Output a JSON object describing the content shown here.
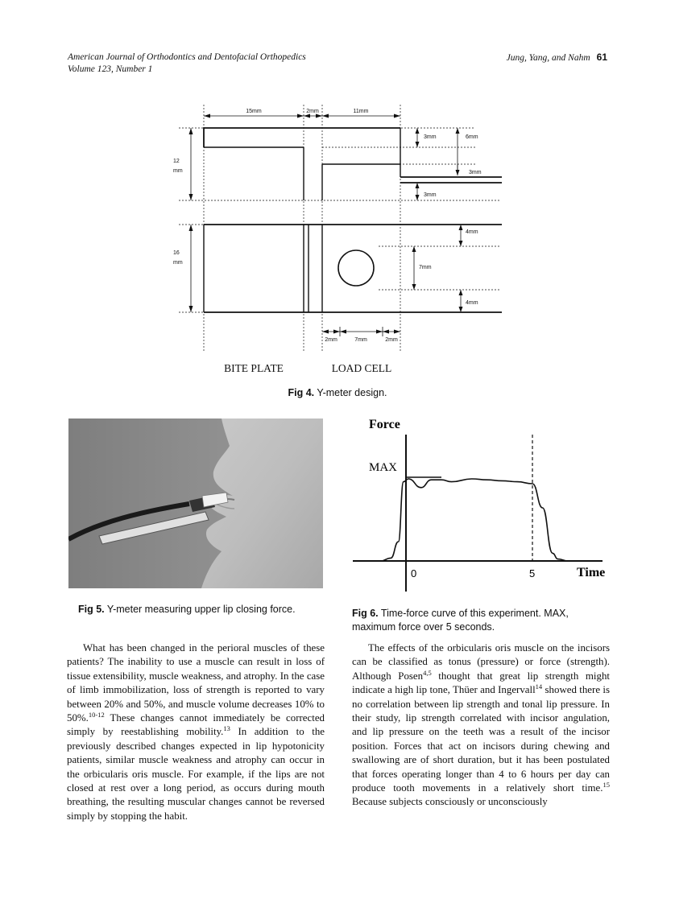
{
  "header": {
    "journal": "American Journal of Orthodontics and Dentofacial Orthopedics",
    "volume": "Volume 123, Number 1",
    "authors": "Jung, Yang, and Nahm",
    "page": "61"
  },
  "fig4": {
    "dims_top": [
      "15mm",
      "2mm",
      "11mm"
    ],
    "dims_right_upper": [
      "3mm",
      "6mm",
      "3mm",
      "3mm"
    ],
    "dims_left": [
      "12",
      "mm",
      "16",
      "mm"
    ],
    "dims_right_lower": [
      "4mm",
      "7mm",
      "4mm"
    ],
    "dims_bottom": [
      "2mm",
      "7mm",
      "2mm"
    ],
    "label_bite_plate": "BITE PLATE",
    "label_load_cell": "LOAD CELL",
    "caption_label": "Fig 4.",
    "caption_text": " Y-meter design."
  },
  "fig5": {
    "caption_label": "Fig 5.",
    "caption_text": " Y-meter measuring upper lip closing force."
  },
  "fig6": {
    "y_label": "Force",
    "max_label": "MAX",
    "x_tick_0": "0",
    "x_tick_5": "5",
    "x_label": "Time",
    "caption_label": "Fig 6.",
    "caption_text": " Time-force curve of this experiment. MAX, maximum force over 5 seconds."
  },
  "chart_data": {
    "type": "line",
    "title": "",
    "xlabel": "Time",
    "ylabel": "Force",
    "x_ticks": [
      "0",
      "5"
    ],
    "annotations": [
      "MAX"
    ],
    "series": [
      {
        "x": [
          -1.0,
          -0.6,
          -0.3,
          -0.1,
          0.1,
          0.6,
          1.0,
          1.4,
          1.8,
          2.6,
          3.2,
          3.8,
          4.4,
          5.0,
          5.4,
          5.8,
          6.0,
          6.4
        ],
        "y": [
          0.0,
          0.03,
          0.2,
          0.82,
          0.85,
          0.76,
          0.84,
          0.84,
          0.82,
          0.85,
          0.84,
          0.83,
          0.82,
          0.8,
          0.55,
          0.08,
          0.02,
          0.0
        ]
      }
    ]
  },
  "body": {
    "left_paragraph": [
      {
        "t": "What has been changed in the perioral muscles of these patients? The inability to use a muscle can result in loss of tissue extensibility, muscle weakness, and atrophy. In the case of limb immobilization, loss of strength is reported to vary between 20% and 50%, and muscle volume decreases 10% to 50%."
      },
      {
        "sup": "10-12"
      },
      {
        "t": " These changes cannot immediately be corrected simply by reestablishing mobility."
      },
      {
        "sup": "13"
      },
      {
        "t": " In addition to the previously described changes expected in lip hypotonicity patients, similar muscle weakness and atrophy can occur in the orbicularis oris muscle. For example, if the lips are not closed at rest over a long period, as occurs during mouth breathing, the resulting muscular changes cannot be reversed simply by stopping the habit."
      }
    ],
    "right_paragraph": [
      {
        "t": "The effects of the orbicularis oris muscle on the incisors can be classified as tonus (pressure) or force (strength). Although Posen"
      },
      {
        "sup": "4,5"
      },
      {
        "t": " thought that great lip strength might indicate a high lip tone, Thüer and Ingervall"
      },
      {
        "sup": "14"
      },
      {
        "t": " showed there is no correlation between lip strength and tonal lip pressure. In their study, lip strength correlated with incisor angulation, and lip pressure on the teeth was a result of the incisor position. Forces that act on incisors during chewing and swallowing are of short duration, but it has been postulated that forces operating longer than 4 to 6 hours per day can produce tooth movements in a relatively short time."
      },
      {
        "sup": "15"
      },
      {
        "t": " Because subjects consciously or unconsciously"
      }
    ]
  }
}
